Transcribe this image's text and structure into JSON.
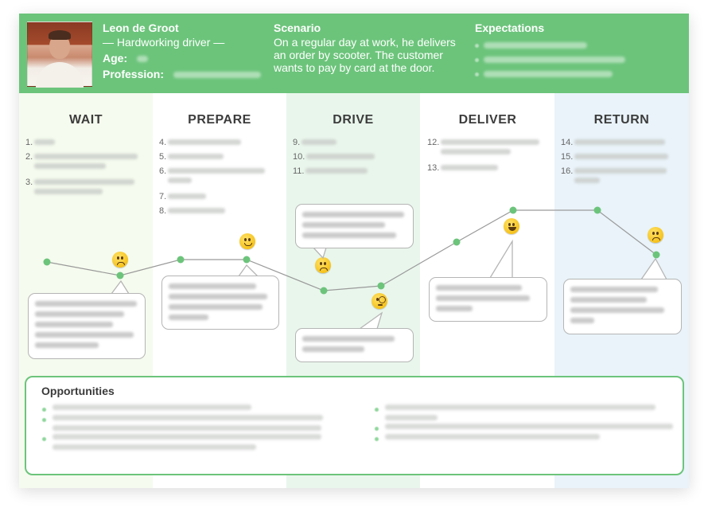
{
  "persona": {
    "name": "Leon de Groot",
    "role": "— Hardworking driver —",
    "age_label": "Age:",
    "profession_label": "Profession:"
  },
  "scenario": {
    "title": "Scenario",
    "text": "On a regular day at work, he delivers an order by scooter. The customer wants to pay by card at the door."
  },
  "expectations": {
    "title": "Expectations"
  },
  "stages": [
    {
      "title": "WAIT",
      "steps": [
        "1.",
        "2.",
        "3."
      ]
    },
    {
      "title": "PREPARE",
      "steps": [
        "4.",
        "5.",
        "6.",
        "7.",
        "8."
      ]
    },
    {
      "title": "DRIVE",
      "steps": [
        "9.",
        "10.",
        "11."
      ]
    },
    {
      "title": "DELIVER",
      "steps": [
        "12.",
        "13."
      ]
    },
    {
      "title": "RETURN",
      "steps": [
        "14.",
        "15.",
        "16."
      ]
    }
  ],
  "emotions": [
    "confused-face-icon",
    "smiling-face-icon",
    "confused-face-icon",
    "monocle-face-icon",
    "grinning-face-icon",
    "confused-face-icon"
  ],
  "opportunities": {
    "title": "Opportunities"
  },
  "colors": {
    "accent": "#6cc47b",
    "line": "#9a9a9a",
    "point": "#6cc47b"
  }
}
